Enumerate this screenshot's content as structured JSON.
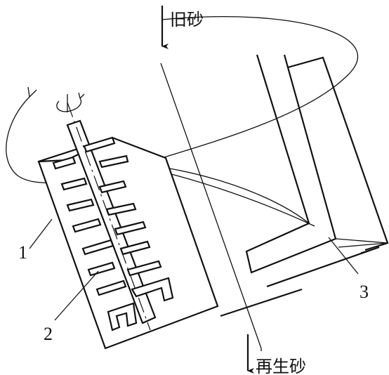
{
  "labels": {
    "old_sand": "旧砂",
    "recycled_sand": "再生砂",
    "part_1": "1",
    "part_2": "2",
    "part_3": "3"
  },
  "colors": {
    "line": "#111111",
    "background": "#ffffff"
  },
  "icons": {
    "flow_in": "arrow-down-icon",
    "flow_out": "arrow-down-icon",
    "rotation": "curved-arrow-icon"
  }
}
